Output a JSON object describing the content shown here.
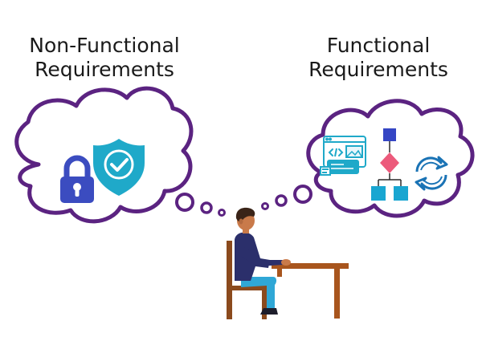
{
  "left_heading": {
    "line1": "Non-Functional",
    "line2": "Requirements"
  },
  "right_heading": {
    "line1": "Functional",
    "line2": "Requirements"
  },
  "left_cloud_icons": [
    "padlock-icon",
    "shield-check-icon"
  ],
  "right_cloud_icons": [
    "code-window-icon",
    "flowchart-icon",
    "sync-arrows-icon"
  ],
  "colors": {
    "cloud_outline": "#5b2381",
    "padlock": "#3b4cc0",
    "shield": "#1fa9c9",
    "code_window": "#1fa9c9",
    "flow_node": "#19a6d1",
    "flow_top": "#3546c4",
    "flow_diamond": "#ec5a7b",
    "sync_arrows": "#1a73b5",
    "person_shirt": "#2b2f6b",
    "person_pants": "#2fa7d6",
    "person_skin": "#c97a4a",
    "person_hair": "#3a2418",
    "desk": "#a8551d",
    "chair": "#8b4a1d"
  }
}
